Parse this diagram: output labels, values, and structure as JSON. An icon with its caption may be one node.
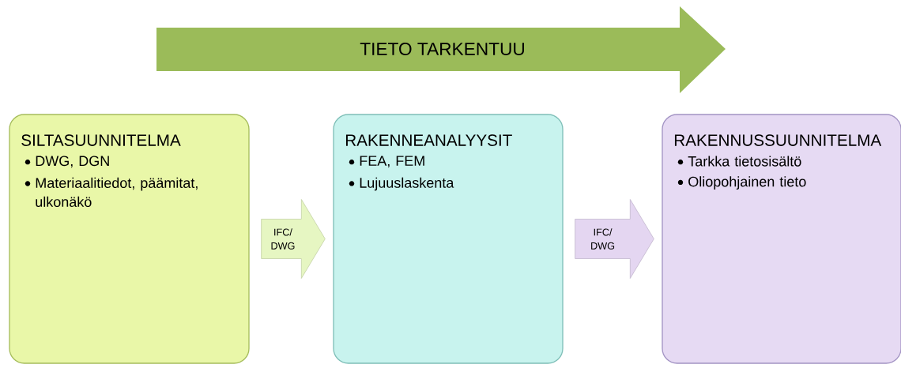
{
  "diagram": {
    "nodes": [
      {
        "text": [
          "TIETO TARKENTUU"
        ]
      },
      {
        "text": [
          "SILTASUUNNITELMA",
          "DWG, DGN",
          "Materiaalitiedot, päämitat, ulkonäkö"
        ]
      },
      {
        "text": [
          "RAKENNEANALYYSIT",
          "FEA, FEM",
          "Lujuuslaskenta"
        ]
      },
      {
        "text": [
          "RAKENNUSSUUNNITELMA",
          "Tarkka tietosisältö",
          "Oliopohjainen tieto"
        ]
      }
    ],
    "edges": [
      {
        "from": 1,
        "to": 2,
        "arrow": "to",
        "label": "IFC/ DWG",
        "style": "thick",
        "color": "#e6f6c2"
      },
      {
        "from": 2,
        "to": 3,
        "arrow": "to",
        "label": "IFC/ DWG",
        "style": "thick",
        "color": "#e4d6f1"
      }
    ]
  }
}
